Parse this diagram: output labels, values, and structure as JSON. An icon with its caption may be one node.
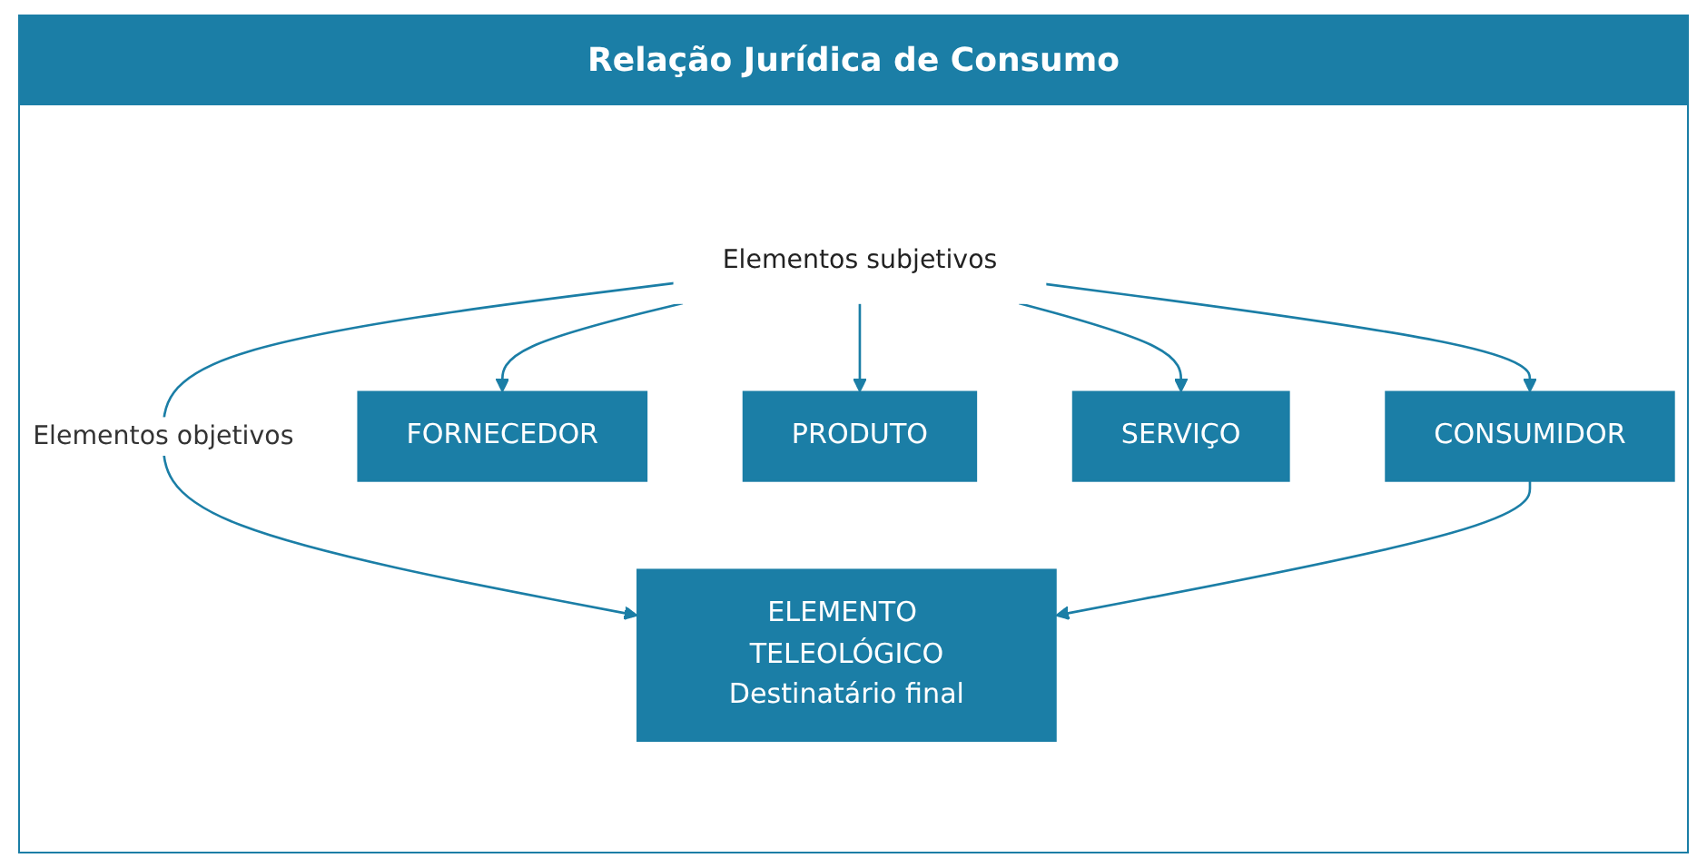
{
  "diagram": {
    "title": "Relação Jurídica de Consumo",
    "nodes": [
      {
        "text": [
          "CONSUMIDOR"
        ]
      },
      {
        "text": [
          "Elementos subjetivos"
        ]
      },
      {
        "text": [
          "FORNECEDOR"
        ]
      },
      {
        "text": [
          "PRODUTO"
        ]
      },
      {
        "text": [
          "SERVIÇO"
        ]
      },
      {
        "text": [
          "ELEMENTO TELEOLÓGICO",
          "Destinatário final"
        ]
      }
    ],
    "edges": [
      {
        "from": 1,
        "to": 0,
        "arrow": "to"
      },
      {
        "from": 1,
        "to": 2,
        "arrow": "to"
      },
      {
        "from": 1,
        "to": 3,
        "arrow": "to"
      },
      {
        "from": 1,
        "to": 4,
        "arrow": "to"
      },
      {
        "from": 1,
        "to": 5,
        "arrow": "to",
        "label": "Elementos objetivos"
      },
      {
        "from": 0,
        "to": 5,
        "arrow": "to"
      }
    ]
  }
}
